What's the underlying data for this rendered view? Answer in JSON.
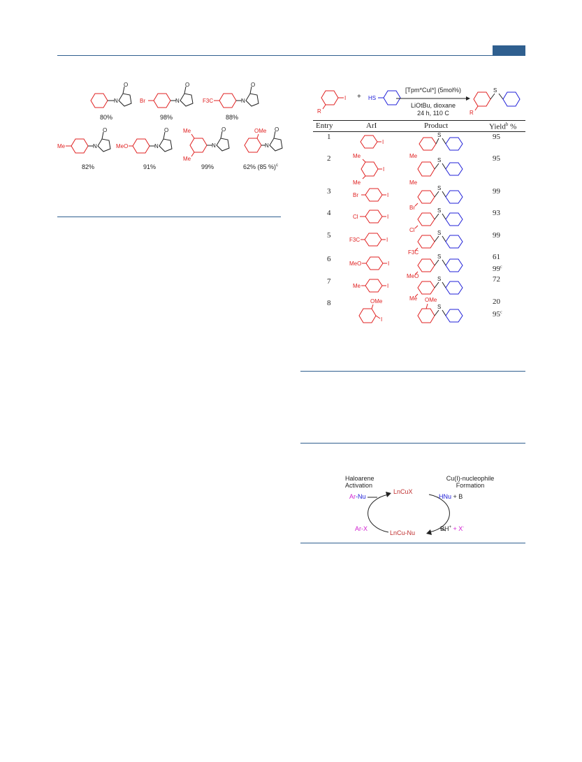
{
  "left_scheme": {
    "yields_row1": [
      "80%",
      "98%",
      "88%"
    ],
    "yields_row2": [
      "82%",
      "91%",
      "99%",
      "62% (85 %)"
    ],
    "footnote_mark": "c",
    "substituents_row1": [
      "",
      "Br",
      "F3C"
    ],
    "substituents_row2": [
      "Me",
      "MeO",
      "Me",
      "OMe"
    ]
  },
  "scheme": {
    "reagent_above": "[Tpm*CuI*] (5mol%)",
    "conditions_1": "LiOtBu, dioxane",
    "conditions_2": "24 h, 110  C",
    "plus": "+",
    "thiol": "HS",
    "r_label": "R",
    "s_label": "S"
  },
  "table": {
    "headers": {
      "entry": "Entry",
      "ari": "ArI",
      "product": "Product",
      "yield": "Yield",
      "yield_sup": "b",
      "yield_unit": " %"
    },
    "rows": [
      {
        "entry": "1",
        "yield": "95",
        "yield2": ""
      },
      {
        "entry": "2",
        "yield": "95",
        "yield2": ""
      },
      {
        "entry": "3",
        "yield": "99",
        "yield2": ""
      },
      {
        "entry": "4",
        "yield": "93",
        "yield2": ""
      },
      {
        "entry": "5",
        "yield": "99",
        "yield2": ""
      },
      {
        "entry": "6",
        "yield": "61",
        "yield2": "99"
      },
      {
        "entry": "7",
        "yield": "72",
        "yield2": ""
      },
      {
        "entry": "8",
        "yield": "20",
        "yield2": "95"
      }
    ],
    "yield2_sup": "c"
  },
  "cycle": {
    "left_title_1": "Haloarene",
    "left_title_2": "Activation",
    "right_title_1": "Cu(I)-nucleophile",
    "right_title_2": "Formation",
    "top": "LnCuX",
    "bottom": "LnCu-Nu",
    "ar_nu_1": "Ar",
    "ar_nu_2": "-Nu",
    "ar_x_1": "Ar",
    "ar_x_2": "-X",
    "hnu_1": "HNu",
    "hnu_2": " + B",
    "bh": "BH",
    "bh_sup": "+",
    "x_part": " + X",
    "x_sup": "-",
    "colors": {
      "magenta": "#d020d0",
      "blue": "#2020d8",
      "red": "#c03030"
    }
  }
}
